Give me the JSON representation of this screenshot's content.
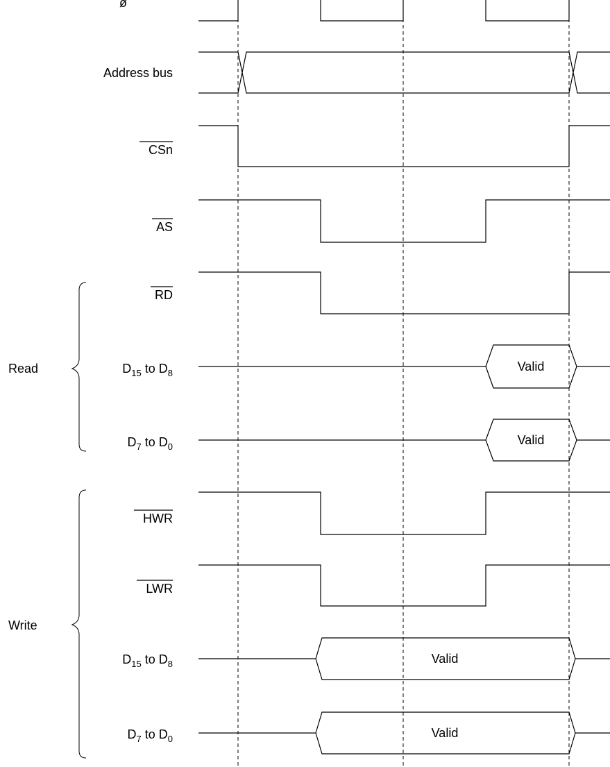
{
  "diagram": {
    "clock_label": "ø",
    "signals": [
      {
        "id": "address-bus",
        "label": "Address bus",
        "overbar": false
      },
      {
        "id": "csn",
        "label": "CSn",
        "overbar": true
      },
      {
        "id": "as",
        "label": "AS",
        "overbar": true
      },
      {
        "id": "rd",
        "label": "RD",
        "overbar": true
      },
      {
        "id": "read-d15-d8",
        "label_main": "D",
        "label_sub1": "15",
        "label_mid": " to D",
        "label_sub2": "8",
        "bus_value": "Valid"
      },
      {
        "id": "read-d7-d0",
        "label_main": "D",
        "label_sub1": "7",
        "label_mid": " to D",
        "label_sub2": "0",
        "bus_value": "Valid"
      },
      {
        "id": "hwr",
        "label": "HWR",
        "overbar": true
      },
      {
        "id": "lwr",
        "label": "LWR",
        "overbar": true
      },
      {
        "id": "write-d15-d8",
        "label_main": "D",
        "label_sub1": "15",
        "label_mid": " to D",
        "label_sub2": "8",
        "bus_value": "Valid"
      },
      {
        "id": "write-d7-d0",
        "label_main": "D",
        "label_sub1": "7",
        "label_mid": " to D",
        "label_sub2": "0",
        "bus_value": "Valid"
      }
    ],
    "groups": {
      "read": "Read",
      "write": "Write"
    }
  }
}
